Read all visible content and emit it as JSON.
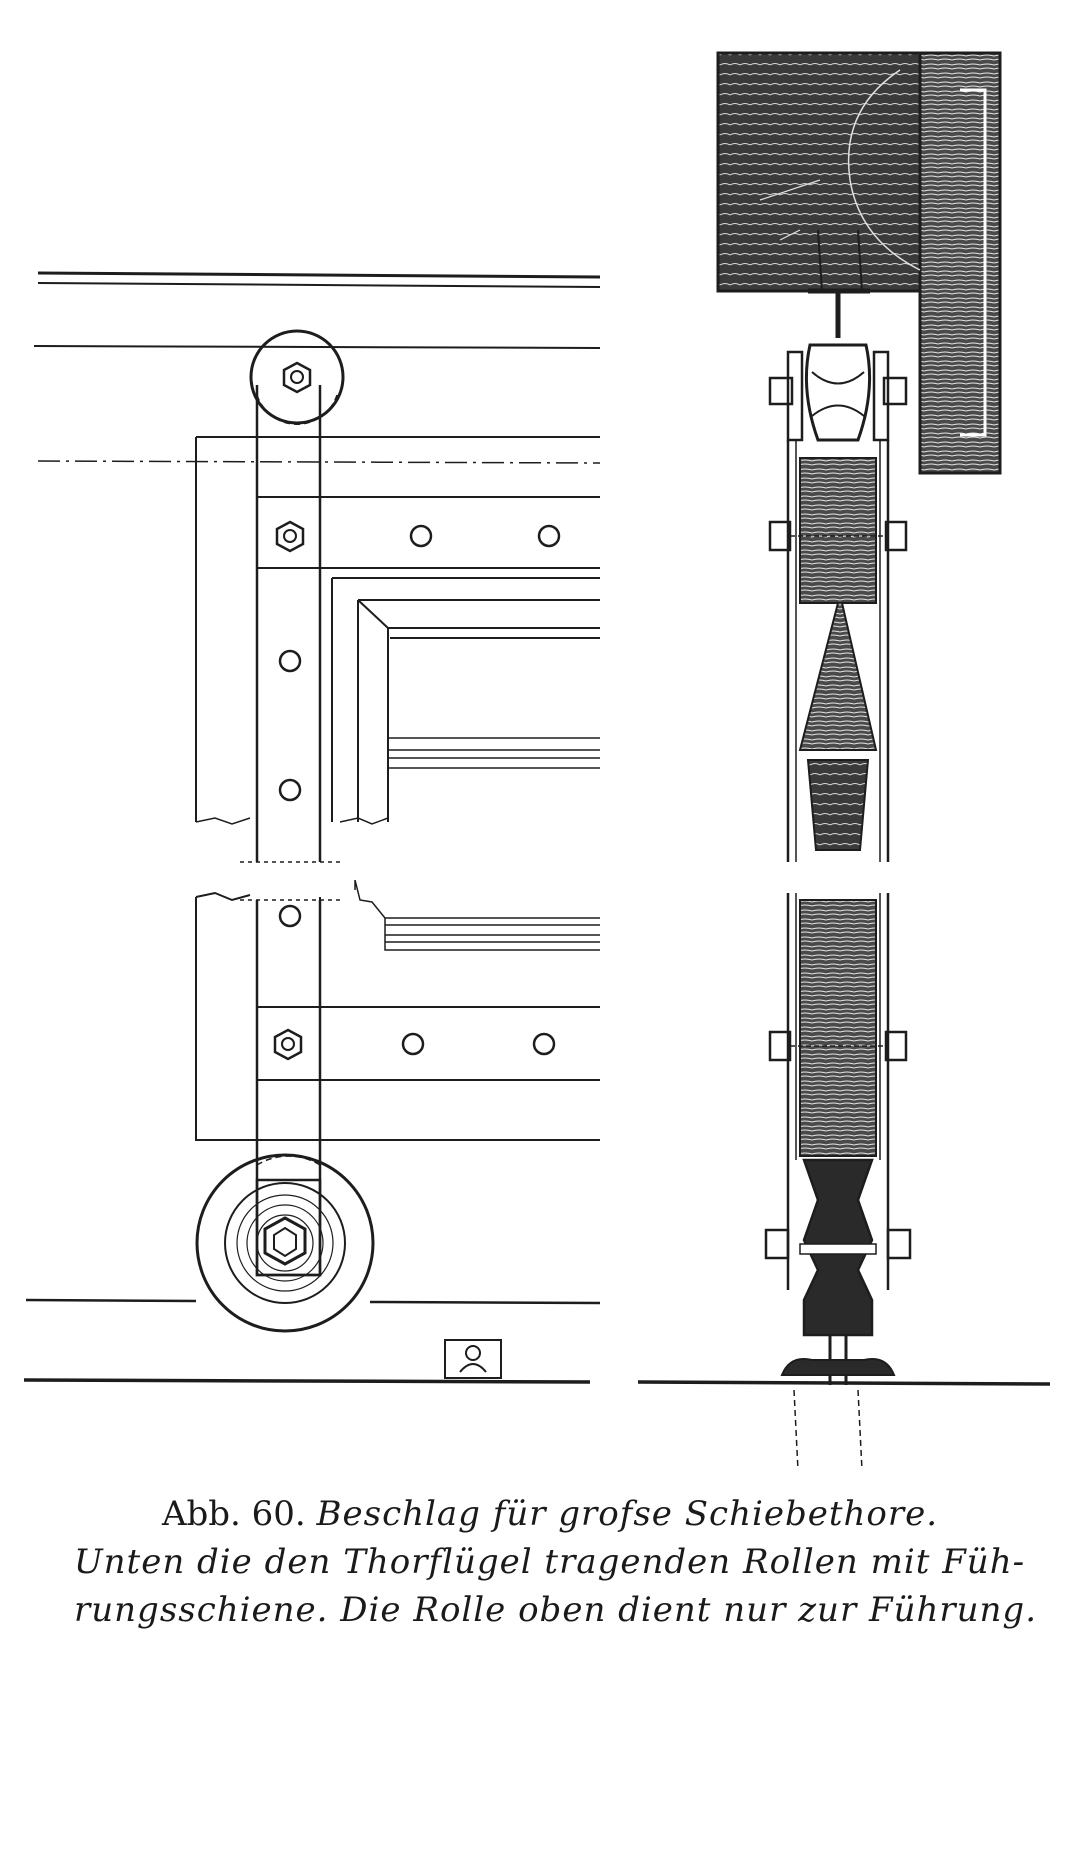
{
  "caption": {
    "figure_label": "Abb. 60.",
    "title": "Beschlag für grofse Schiebethore.",
    "line2": "Unten die den Thorflügel tragenden Rollen mit Füh-",
    "line3": "rungsschiene.  Die Rolle oben dient nur zur Führung."
  },
  "colors": {
    "ink": "#1d1d1d",
    "wood": "#3a3a3a",
    "paper": "#ffffff"
  }
}
